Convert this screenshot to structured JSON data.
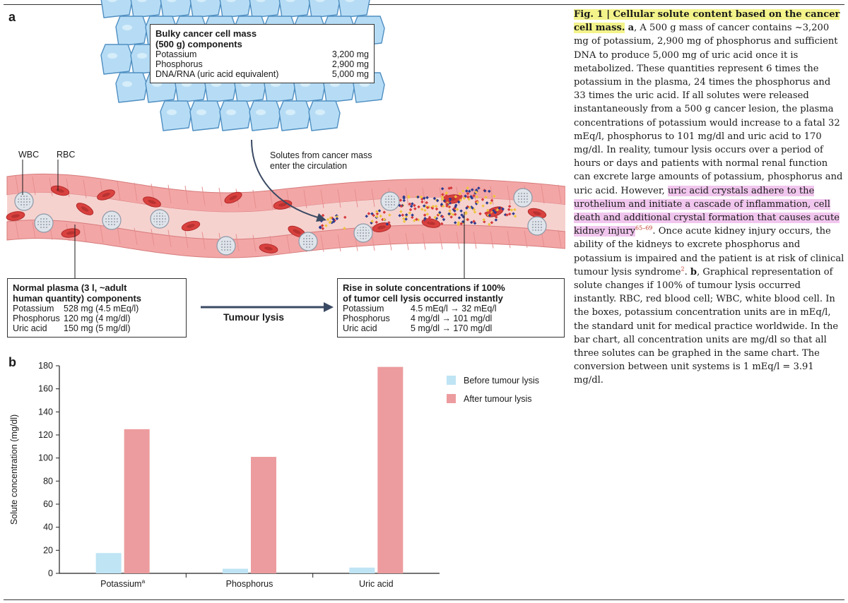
{
  "panel_a_label": "a",
  "panel_b_label": "b",
  "illustration": {
    "bulky_box": {
      "title_line1": "Bulky cancer cell mass",
      "title_line2": "(500 g) components",
      "rows": [
        {
          "name": "Potassium",
          "value": "3,200 mg"
        },
        {
          "name": "Phosphorus",
          "value": "2,900 mg"
        },
        {
          "name": "DNA/RNA (uric acid equivalent)",
          "value": "5,000 mg"
        }
      ]
    },
    "wbc_label": "WBC",
    "rbc_label": "RBC",
    "solutes_label": "Solutes from cancer mass enter the circulation",
    "normal_box": {
      "title_line1": "Normal plasma (3 l, ~adult",
      "title_line2": "human quantity) components",
      "rows": [
        {
          "name": "Potassium",
          "value": "528 mg (4.5 mEq/l)"
        },
        {
          "name": "Phosphorus",
          "value": "120 mg (4 mg/dl)"
        },
        {
          "name": "Uric acid",
          "value": "150 mg (5 mg/dl)"
        }
      ]
    },
    "tumour_lysis_label": "Tumour lysis",
    "rise_box": {
      "title_line1": "Rise in solute concentrations if 100%",
      "title_line2": "of tumor cell lysis occurred instantly",
      "rows": [
        {
          "name": "Potassium",
          "value": "4.5 mEq/l → 32 mEq/l"
        },
        {
          "name": "Phosphorus",
          "value": "4 mg/dl → 101 mg/dl"
        },
        {
          "name": "Uric acid",
          "value": "5 mg/dl → 170 mg/dl"
        }
      ]
    }
  },
  "chart_data": {
    "type": "bar",
    "categories": [
      "Potassium",
      "Phosphorus",
      "Uric acid"
    ],
    "category_superscripts": [
      "a",
      "",
      ""
    ],
    "series": [
      {
        "name": "Before tumour lysis",
        "color": "#bfe4f4",
        "values": [
          17.6,
          4,
          5
        ]
      },
      {
        "name": "After tumour lysis",
        "color": "#ec9c9e",
        "values": [
          125,
          101,
          179
        ]
      }
    ],
    "ylabel": "Solute concentration (mg/dl)",
    "xlabel": "",
    "ylim": [
      0,
      180
    ],
    "yticks": [
      0,
      20,
      40,
      60,
      80,
      100,
      120,
      140,
      160,
      180
    ],
    "legend_placement": "top-right",
    "grid": false
  },
  "caption": {
    "fig": "Fig. 1 | Cellular solute content based on the cancer cell mass.",
    "a_label": "a",
    "text1": ", A 500 g mass of cancer contains ~3,200 mg of potassium, 2,900 mg of phosphorus and sufficient DNA to produce 5,000 mg of uric acid once it is metabolized. These quantities represent 6 times the potassium in the plasma, 24 times the phosphorus and 33 times the uric acid. If all solutes were released instantaneously from a 500 g cancer lesion, the plasma concentrations of potassium would increase to a fatal 32 mEq/l, phosphorus to 101 mg/dl and uric acid to 170 mg/dl. In reality, tumour lysis occurs over a period of hours or days and patients with normal renal function can excrete large amounts of potassium, phosphorus and uric acid. However, ",
    "highlight": "uric acid crystals adhere to the urothelium and initiate a cascade of inflammation, cell death and additional crystal formation that causes acute kidney injury",
    "ref1": "65–69",
    "text2": ". Once acute kidney injury occurs, the ability of the kidneys to excrete phosphorus and potassium is impaired and the patient is at risk of clinical tumour lysis syndrome",
    "ref2": "2",
    "text3": ".",
    "b_label": "b",
    "text4": ", Graphical representation of solute changes if 100% of tumour lysis occurred instantly. RBC, red blood cell; WBC, white blood cell. In the boxes, potassium concentration units are in mEq/l, the standard unit for medical practice worldwide. In the bar chart, all concentration units are mg/dl so that all three solutes can be graphed in the same chart. The conversion between unit systems is 1 mEq/l = 3.91 mg/dl."
  },
  "colors": {
    "cell_fill": "#b6dcf5",
    "cell_stroke": "#4f8fc2",
    "vessel_wall": "#f3a6a6",
    "vessel_lumen": "#f6d2cf",
    "rbc": "#d9413f",
    "wbc": "#dfe4ea",
    "arrow": "#3b4a63",
    "highlight_yellow": "#f3f38a",
    "highlight_pink": "#f1c6ee"
  }
}
